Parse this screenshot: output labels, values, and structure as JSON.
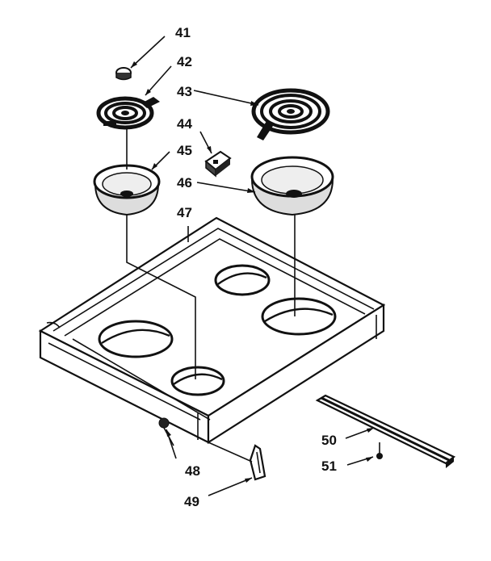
{
  "diagram": {
    "part_numbers": {
      "p41": "41",
      "p42": "42",
      "p43": "43",
      "p44": "44",
      "p45": "45",
      "p46": "46",
      "p47": "47",
      "p48": "48",
      "p49": "49",
      "p50": "50",
      "p51": "51"
    }
  }
}
